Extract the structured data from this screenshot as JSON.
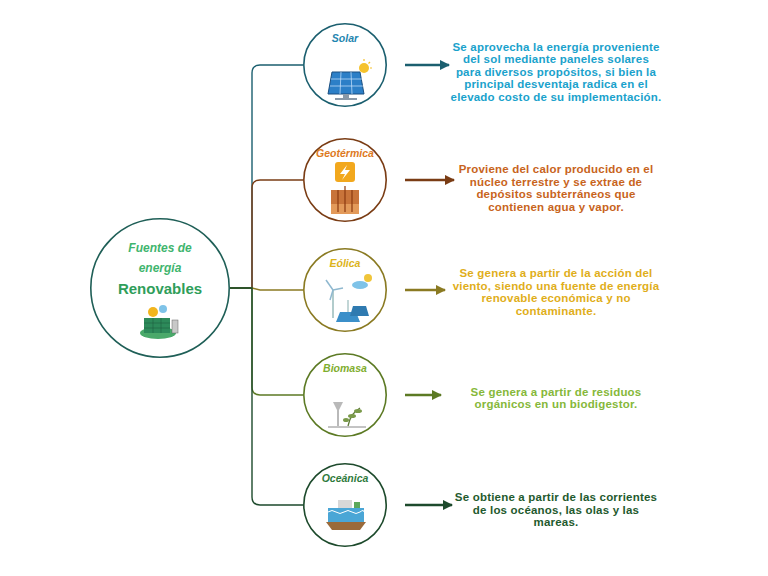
{
  "diagram": {
    "nodes": [
      {
        "text": [
          "Fuentes de energía",
          "Renovables"
        ]
      },
      {
        "text": [
          "Solar"
        ]
      },
      {
        "text": [
          "Se aprovecha la energía proveniente del sol mediante paneles solares para diversos propósitos, si bien la principal desventaja radica en el elevado costo de su implementación."
        ]
      },
      {
        "text": [
          "Geotérmica"
        ]
      },
      {
        "text": [
          "Proviene del calor producido en el núcleo terrestre y se extrae de depósitos subterráneos que contienen agua y vapor."
        ]
      },
      {
        "text": [
          "Eólica"
        ]
      },
      {
        "text": [
          "Se genera a partir de la acción del viento, siendo una fuente de energía renovable económica y no contaminante."
        ]
      },
      {
        "text": [
          "Biomasa"
        ]
      },
      {
        "text": [
          "Se genera a partir de residuos orgánicos en un biodigestor."
        ]
      },
      {
        "text": [
          "Oceánica"
        ]
      },
      {
        "text": [
          "Se obtiene a partir de las corrientes de los océanos, las olas y las mareas."
        ]
      }
    ],
    "edges": [
      {
        "from": 0,
        "to": 1,
        "arrow": "none"
      },
      {
        "from": 0,
        "to": 3,
        "arrow": "none"
      },
      {
        "from": 0,
        "to": 5,
        "arrow": "none"
      },
      {
        "from": 0,
        "to": 7,
        "arrow": "none"
      },
      {
        "from": 0,
        "to": 9,
        "arrow": "none"
      },
      {
        "from": 1,
        "to": 2,
        "arrow": "to"
      },
      {
        "from": 3,
        "to": 4,
        "arrow": "to"
      },
      {
        "from": 5,
        "to": 6,
        "arrow": "to"
      },
      {
        "from": 7,
        "to": 8,
        "arrow": "to"
      },
      {
        "from": 9,
        "to": 10,
        "arrow": "to"
      }
    ]
  }
}
